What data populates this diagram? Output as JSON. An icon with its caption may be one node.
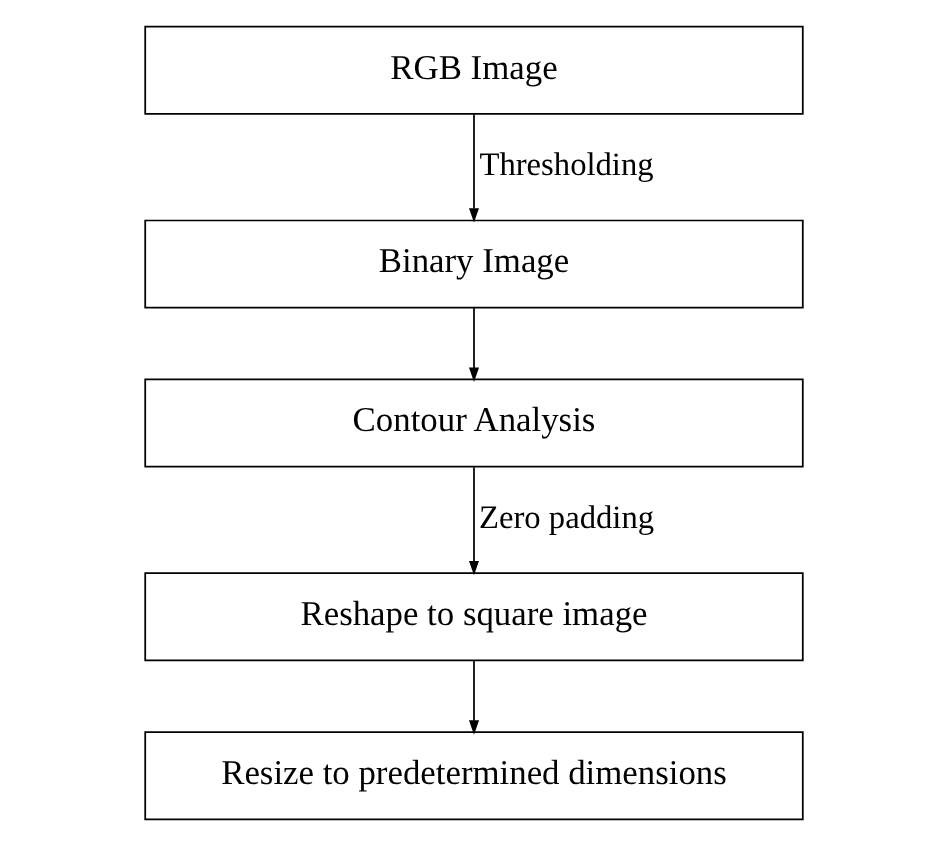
{
  "diagram": {
    "nodes": [
      {
        "text": [
          "RGB Image"
        ]
      },
      {
        "text": [
          "Binary Image"
        ]
      },
      {
        "text": [
          "Contour Analysis"
        ]
      },
      {
        "text": [
          "Reshape to square image"
        ]
      },
      {
        "text": [
          "Resize to predetermined dimensions"
        ]
      }
    ],
    "edges": [
      {
        "from": 0,
        "to": 1,
        "arrow": "to",
        "label": "Thresholding"
      },
      {
        "from": 1,
        "to": 2,
        "arrow": "to"
      },
      {
        "from": 2,
        "to": 3,
        "arrow": "to",
        "label": "Zero padding"
      },
      {
        "from": 3,
        "to": 4,
        "arrow": "to"
      }
    ]
  }
}
